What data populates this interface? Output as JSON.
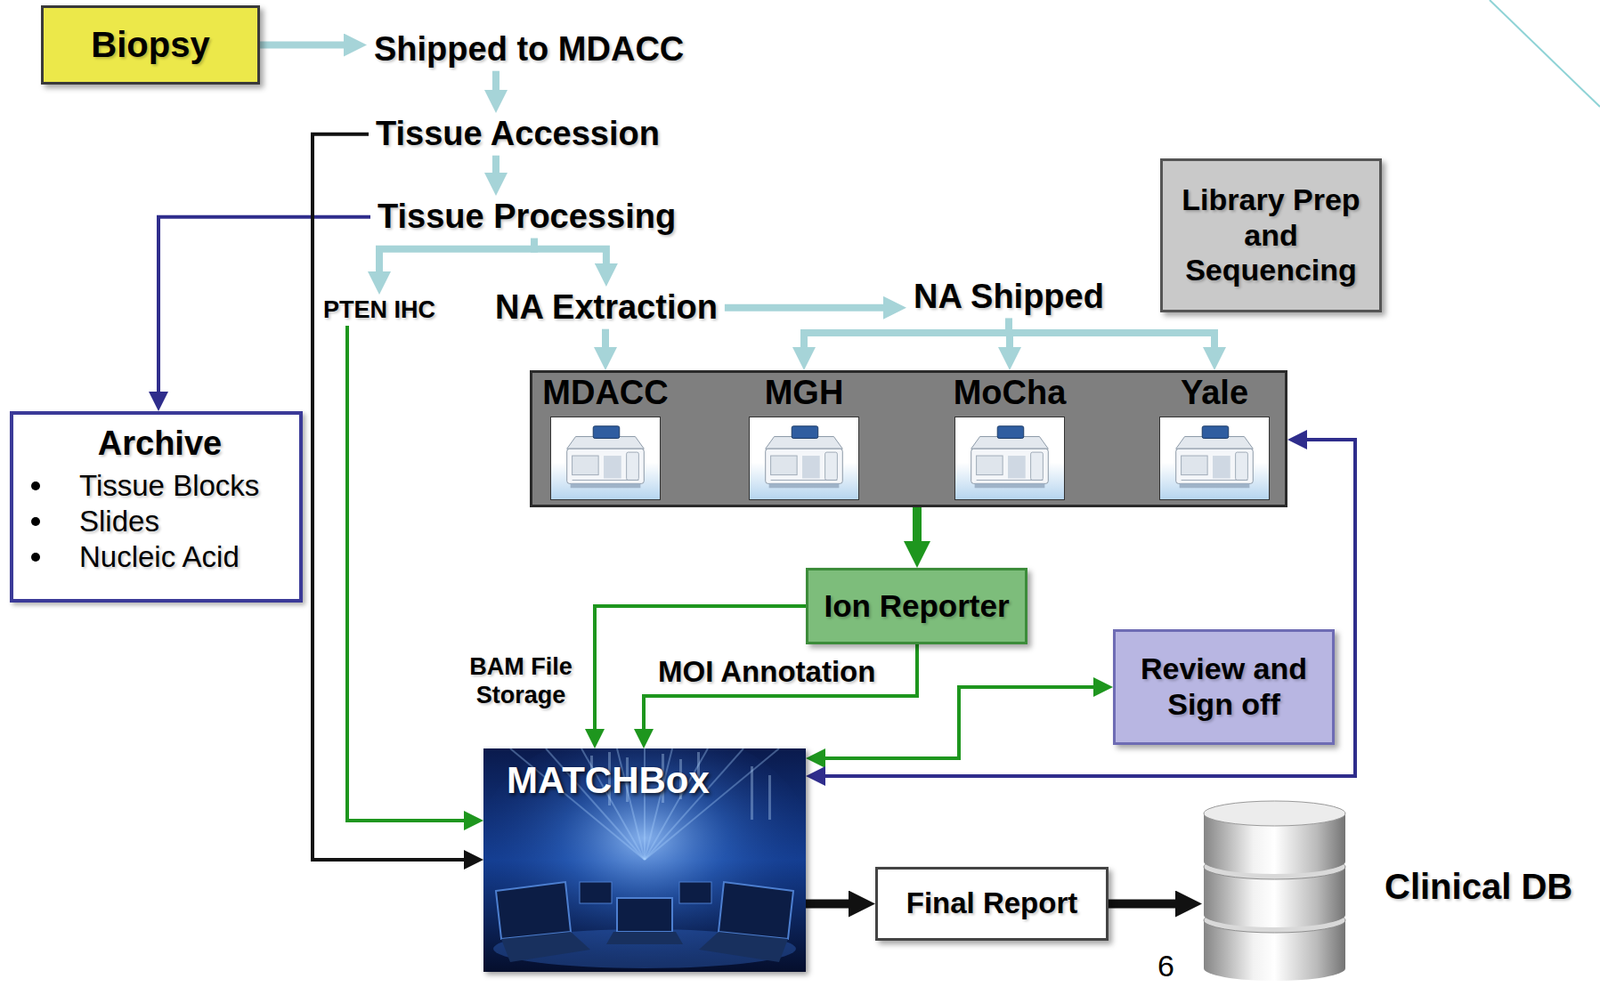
{
  "diagram": {
    "nodes": [
      {
        "text": [
          "Biopsy"
        ]
      },
      {
        "text": [
          "Shipped to MDACC"
        ]
      },
      {
        "text": [
          "Tissue Accession"
        ]
      },
      {
        "text": [
          "Tissue Processing"
        ]
      },
      {
        "text": [
          "Library Prep and Sequencing"
        ]
      },
      {
        "text": [
          "PTEN IHC"
        ]
      },
      {
        "text": [
          "NA Extraction"
        ]
      },
      {
        "text": [
          "NA Shipped"
        ]
      },
      {
        "text": [
          "Archive",
          "Tissue Blocks",
          "Slides",
          "Nucleic Acid"
        ]
      },
      {
        "text": []
      },
      {
        "text": [
          "MDACC"
        ],
        "in": 9
      },
      {
        "text": [
          "MGH"
        ],
        "in": 9
      },
      {
        "text": [
          "MoCha"
        ],
        "in": 9
      },
      {
        "text": [
          "Yale"
        ],
        "in": 9
      },
      {
        "text": [
          "Ion Reporter"
        ]
      },
      {
        "text": [
          "Review and Sign off"
        ]
      },
      {
        "text": [
          "MATCHBox"
        ]
      },
      {
        "text": [
          "Final Report"
        ]
      },
      {
        "text": [
          "Clinical DB"
        ]
      }
    ],
    "edges": [
      {
        "from": 0,
        "to": 1,
        "arrow": "to"
      },
      {
        "from": 1,
        "to": 2,
        "arrow": "to"
      },
      {
        "from": 2,
        "to": 3,
        "arrow": "to"
      },
      {
        "from": 3,
        "to": 5,
        "arrow": "to"
      },
      {
        "from": 3,
        "to": 6,
        "arrow": "to"
      },
      {
        "from": 6,
        "to": 7,
        "arrow": "to"
      },
      {
        "from": 6,
        "to": 10,
        "arrow": "to"
      },
      {
        "from": 7,
        "to": 11,
        "arrow": "to"
      },
      {
        "from": 7,
        "to": 12,
        "arrow": "to"
      },
      {
        "from": 7,
        "to": 13,
        "arrow": "to"
      },
      {
        "from": 3,
        "to": 8,
        "arrow": "to"
      },
      {
        "from": 2,
        "to": 16,
        "arrow": "to"
      },
      {
        "from": 5,
        "to": 16,
        "arrow": "to"
      },
      {
        "from": 9,
        "to": 14,
        "arrow": "to"
      },
      {
        "from": 14,
        "to": 16,
        "label": "BAM File Storage",
        "arrow": "to"
      },
      {
        "from": 14,
        "to": 16,
        "label": "MOI Annotation",
        "arrow": "to"
      },
      {
        "from": 16,
        "to": 15,
        "arrow": "both"
      },
      {
        "from": 16,
        "to": 13,
        "arrow": "both"
      },
      {
        "from": 16,
        "to": 17,
        "arrow": "to"
      },
      {
        "from": 17,
        "to": 18,
        "arrow": "to"
      }
    ],
    "labels": [
      "6"
    ]
  }
}
